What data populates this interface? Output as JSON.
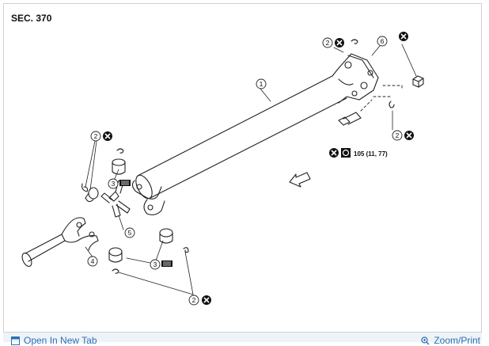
{
  "section_title": "SEC. 370",
  "callouts": {
    "part1": "1",
    "part2a": "2",
    "part2b": "2",
    "part2c": "2",
    "part2d": "2",
    "part3a": "3",
    "part3b": "3",
    "part4": "4",
    "part5": "5",
    "part6": "6"
  },
  "torque_spec": "105 (11, 77)",
  "footer": {
    "open_tab_label": "Open In New Tab",
    "zoom_label": "Zoom/Print"
  },
  "colors": {
    "line": "#222222",
    "link": "#2a6fb8",
    "footer_bg": "#eef3f7"
  }
}
